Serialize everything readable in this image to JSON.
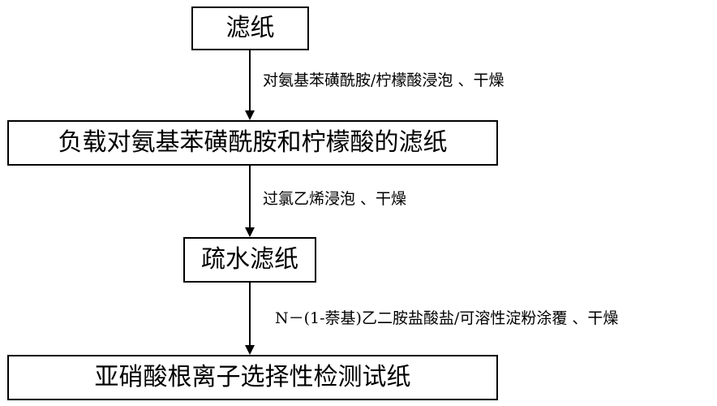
{
  "steps": [
    "滤纸",
    "负载对氨基苯磺酰胺和柠檬酸的滤纸",
    "疏水滤纸",
    "亚硝酸根离子选择性检测试纸"
  ],
  "transitions": [
    "对氨基苯磺酰胺/柠檬酸浸泡 、干燥",
    "过氯乙烯浸泡 、干燥",
    "N－(1-萘基)乙二胺盐酸盐/可溶性淀粉涂覆 、干燥"
  ],
  "colors": {
    "line": "#000000",
    "background": "#ffffff"
  }
}
